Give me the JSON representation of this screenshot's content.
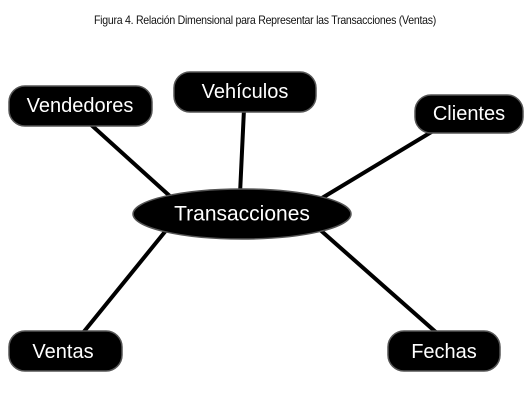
{
  "caption": "Figura 4. Relación Dimensional para Representar las Transacciones (Ventas)",
  "center": {
    "label": "Transacciones"
  },
  "nodes": {
    "vendedores": {
      "label": "Vendedores"
    },
    "vehiculos": {
      "label": "Vehículos"
    },
    "clientes": {
      "label": "Clientes"
    },
    "ventas": {
      "label": "Ventas"
    },
    "fechas": {
      "label": "Fechas"
    }
  },
  "colors": {
    "node_fill": "#000000",
    "node_text": "#ffffff",
    "connector": "#000000",
    "background": "#ffffff"
  }
}
